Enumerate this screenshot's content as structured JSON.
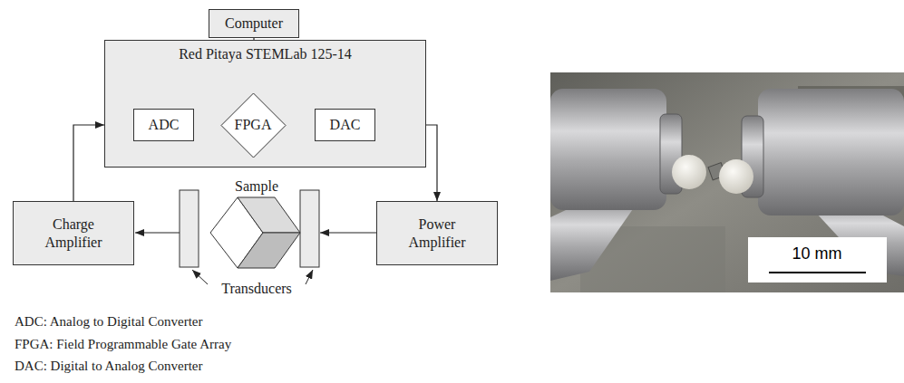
{
  "diagram": {
    "nodes": [
      {
        "text": [
          "Computer"
        ]
      },
      {
        "text": [
          "Red Pitaya STEMLab 125-14"
        ]
      },
      {
        "text": [
          "ADC"
        ],
        "in": 1
      },
      {
        "text": [
          "FPGA"
        ],
        "in": 1
      },
      {
        "text": [
          "DAC"
        ],
        "in": 1
      },
      {
        "text": [
          "Charge Amplifier"
        ]
      },
      {
        "text": [
          "Power Amplifier"
        ]
      }
    ],
    "edges": [
      {
        "from": 0,
        "to": 1,
        "arrow": "none"
      },
      {
        "from": 2,
        "to": 3,
        "arrow": "to"
      },
      {
        "from": 3,
        "to": 4,
        "arrow": "to"
      },
      {
        "from": 5,
        "to": 1,
        "arrow": "to"
      },
      {
        "from": 1,
        "to": 2,
        "arrow": "to"
      },
      {
        "from": 4,
        "to": 1,
        "arrow": "to"
      },
      {
        "from": 1,
        "to": 6,
        "arrow": "to"
      }
    ],
    "labels": [
      "Sample",
      "Transducers",
      "ADC: Analog to Digital Converter",
      "FPGA: Field Programmable Gate Array",
      "DAC: Digital to Analog Converter",
      "10 mm"
    ]
  }
}
